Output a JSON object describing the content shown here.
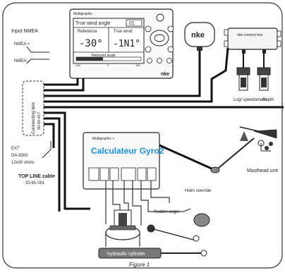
{
  "labels": {
    "input_nmea": "Input NMEA",
    "nmea_a": "NMEA +",
    "nmea_b": "NMEA -",
    "connecting_box": "Connecting box",
    "connecting_box_ref": "90-60-417",
    "power_a": "EXT",
    "power_b": "DA-8300",
    "power_c": "12x30 ohms",
    "topline_cable": "TOP LINE cable",
    "topline_ref": "33-61-001",
    "nke_logo": "nke",
    "nke_small": "nke",
    "log_speed": "Log/ speedometre",
    "depth": "Depth",
    "masthead": "Masthead unit",
    "rudder_angle": "Rudder angle",
    "helm": "Helm override",
    "hydraulic": "hydraulic cylinder",
    "figure": "Figure 1",
    "calculator_title": "Calculateur Gyro2",
    "calculator_small": "Multigraphic +",
    "junction_small": "nke connect box"
  },
  "display": {
    "header": "Multigraphic",
    "mode": "True wind angle",
    "mode_code": "01",
    "left_label": "Reference",
    "right_label": "True wind",
    "left_value": "-30°",
    "right_value": "-1N1°",
    "bar_label": "Reduced angle",
    "bar_min": "-180",
    "bar_mid": "0",
    "bar_max": "180"
  },
  "colors": {
    "accent": "#1a8fe0",
    "wire": "#111111"
  }
}
